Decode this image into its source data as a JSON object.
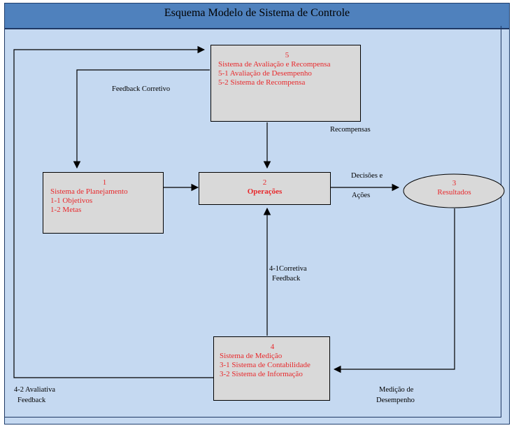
{
  "title": "Esquema Modelo de Sistema de Controle",
  "box5": {
    "number": "5",
    "lines": [
      "Sistema de Avaliação e Recompensa",
      "5-1 Avaliação de Desempenho",
      "5-2 Sistema de Recompensa"
    ]
  },
  "box1": {
    "number": "1",
    "lines": [
      "Sistema de Planejamento",
      "1-1 Objetivos",
      "1-2 Metas"
    ]
  },
  "box2": {
    "number": "2",
    "lines": [
      "Operações"
    ]
  },
  "ellipse3": {
    "number": "3",
    "lines": [
      "Resultados"
    ]
  },
  "box4": {
    "number": "4",
    "lines": [
      "Sistema de Medição",
      "3-1 Sistema de Contabilidade",
      "3-2 Sistema de Informação"
    ]
  },
  "labels": {
    "feedback_corretivo": "Feedback Corretivo",
    "recompensas": "Recompensas",
    "decisoes": "Decisões e",
    "acoes": "Ações",
    "corretiva_1": "4-1Corretiva",
    "corretiva_2": "Feedback",
    "avaliativa_1": "4-2 Avaliativa",
    "avaliativa_2": "Feedback",
    "medicao_1": "Medição de",
    "medicao_2": "Desempenho"
  },
  "colors": {
    "background": "#c5d9f1",
    "header": "#4f81bd",
    "box_fill": "#d9d9d9",
    "box_text": "#e8282b"
  }
}
